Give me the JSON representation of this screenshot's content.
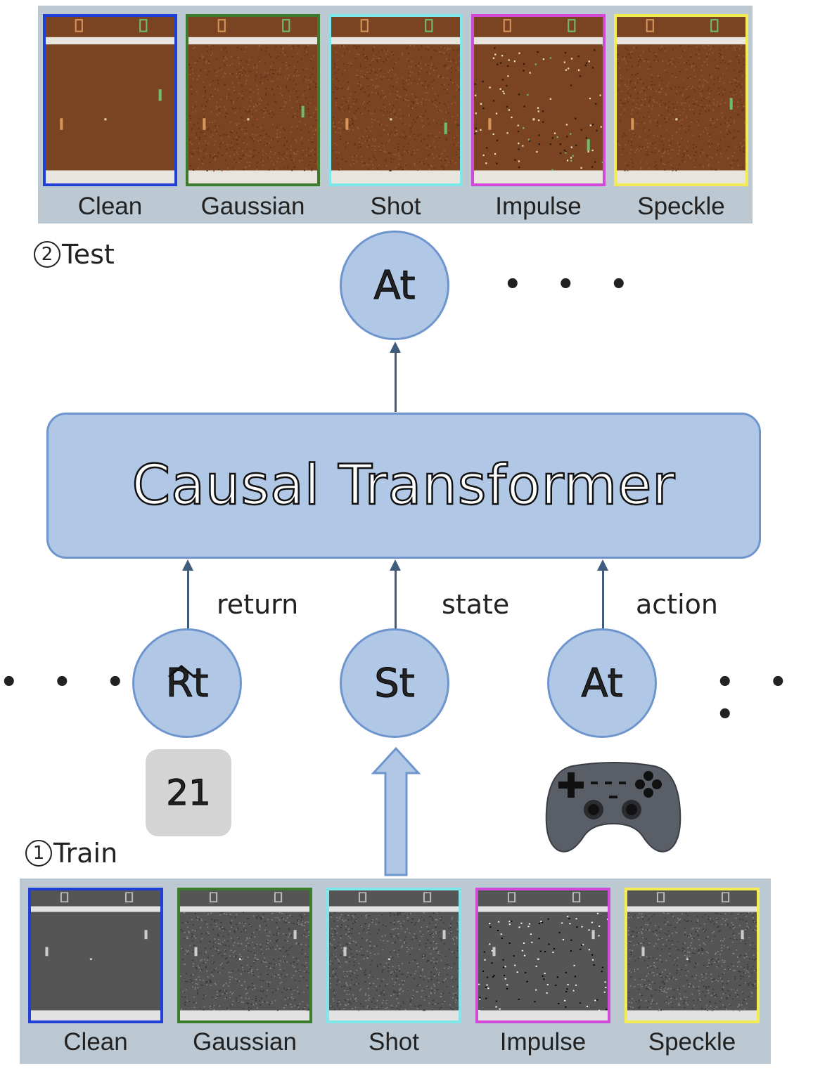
{
  "top_panel": {
    "frames": [
      {
        "label": "Clean",
        "border": "#1f3fd6",
        "noise": "clean"
      },
      {
        "label": "Gaussian",
        "border": "#3c7a2c",
        "noise": "gaussian"
      },
      {
        "label": "Shot",
        "border": "#7fe6ea",
        "noise": "shot"
      },
      {
        "label": "Impulse",
        "border": "#d04ad8",
        "noise": "impulse"
      },
      {
        "label": "Speckle",
        "border": "#f2ec52",
        "noise": "speckle"
      }
    ]
  },
  "bottom_panel": {
    "frames": [
      {
        "label": "Clean",
        "border": "#1f3fd6",
        "noise": "clean"
      },
      {
        "label": "Gaussian",
        "border": "#3c7a2c",
        "noise": "gaussian"
      },
      {
        "label": "Shot",
        "border": "#7fe6ea",
        "noise": "shot"
      },
      {
        "label": "Impulse",
        "border": "#d04ad8",
        "noise": "impulse"
      },
      {
        "label": "Speckle",
        "border": "#f2ec52",
        "noise": "speckle"
      }
    ]
  },
  "test_label": {
    "num": "2",
    "text": "Test"
  },
  "train_label": {
    "num": "1",
    "text": "Train"
  },
  "output_node": {
    "label": "At"
  },
  "transformer": {
    "label": "Causal Transformer"
  },
  "nodes": {
    "return": {
      "label": "Rt",
      "edge": "return"
    },
    "state": {
      "label": "St",
      "edge": "state"
    },
    "action": {
      "label": "At",
      "edge": "action"
    }
  },
  "return_value": "21",
  "ellipsis": "• • •",
  "colors": {
    "node_fill": "#b0c7e6",
    "node_border": "#6f95cf",
    "arrow": "#3f5c7c",
    "panel": "#bcc9d3"
  },
  "icons": {
    "controller": "gamepad-icon",
    "input": "up-arrow-icon"
  }
}
